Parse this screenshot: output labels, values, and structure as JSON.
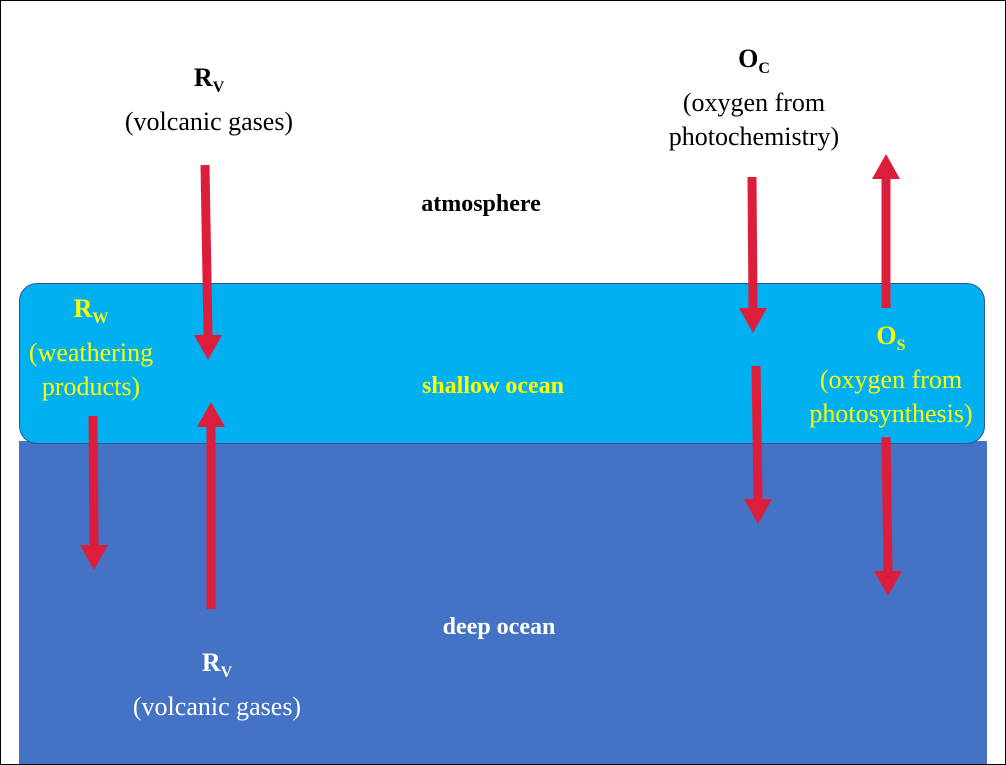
{
  "colors": {
    "atmosphere": "#ffffff",
    "shallow_ocean": "#00b0f0",
    "deep_ocean": "#4472c4",
    "arrow": "#dc1e3c",
    "yellow_text": "#ffff00"
  },
  "layers": {
    "atmosphere": "atmosphere",
    "shallow_ocean": "shallow ocean",
    "deep_ocean": "deep ocean"
  },
  "labels": {
    "rv_top": {
      "symbol": "R",
      "sub": "V",
      "desc": "(volcanic gases)"
    },
    "rv_bottom": {
      "symbol": "R",
      "sub": "V",
      "desc": "(volcanic gases)"
    },
    "oc": {
      "symbol": "O",
      "sub": "C",
      "desc1": "(oxygen from",
      "desc2": "photochemistry)"
    },
    "rw": {
      "symbol": "R",
      "sub": "W",
      "desc1": "(weathering",
      "desc2": "products)"
    },
    "os": {
      "symbol": "O",
      "sub": "S",
      "desc1": "(oxygen from",
      "desc2": "photosynthesis)"
    }
  },
  "arrows": [
    {
      "name": "rv-atmosphere-down-arrow",
      "direction": "down"
    },
    {
      "name": "rv-deep-up-arrow",
      "direction": "up"
    },
    {
      "name": "rw-down-arrow",
      "direction": "down"
    },
    {
      "name": "oc-down-arrow",
      "direction": "down"
    },
    {
      "name": "oc-shallow-down-arrow",
      "direction": "down"
    },
    {
      "name": "os-up-arrow",
      "direction": "up"
    },
    {
      "name": "os-down-arrow",
      "direction": "down"
    }
  ]
}
